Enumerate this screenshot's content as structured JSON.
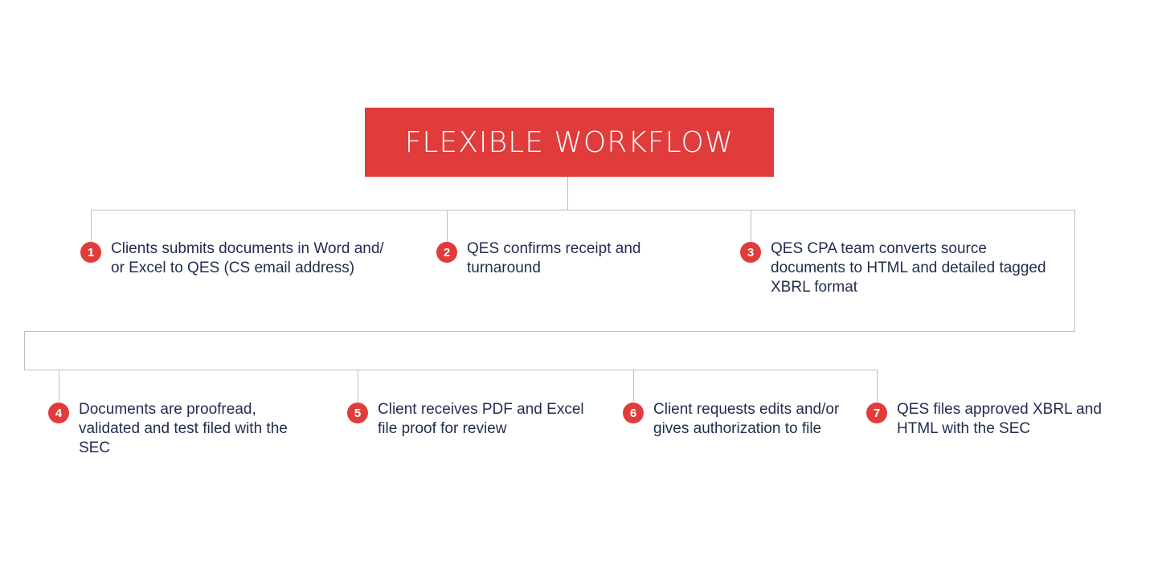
{
  "header": {
    "title": "FLEXIBLE WORKFLOW"
  },
  "colors": {
    "accent": "#E03C3C",
    "text": "#1F2D4E",
    "connector": "#BDBDBD"
  },
  "steps": [
    {
      "number": "1",
      "lines": [
        "Clients submits documents in Word and/",
        "or Excel to QES (CS email address)"
      ]
    },
    {
      "number": "2",
      "lines": [
        "QES confirms receipt and",
        "turnaround"
      ]
    },
    {
      "number": "3",
      "lines": [
        "QES CPA team converts source",
        "documents to HTML and detailed tagged",
        "XBRL format"
      ]
    },
    {
      "number": "4",
      "lines": [
        "Documents are proofread,",
        "validated and test filed with the",
        "SEC"
      ]
    },
    {
      "number": "5",
      "lines": [
        "Client receives PDF and Excel",
        "file proof for review"
      ]
    },
    {
      "number": "6",
      "lines": [
        "Client requests edits and/or",
        "gives authorization to file"
      ]
    },
    {
      "number": "7",
      "lines": [
        "QES files approved XBRL and",
        "HTML with the SEC"
      ]
    }
  ]
}
